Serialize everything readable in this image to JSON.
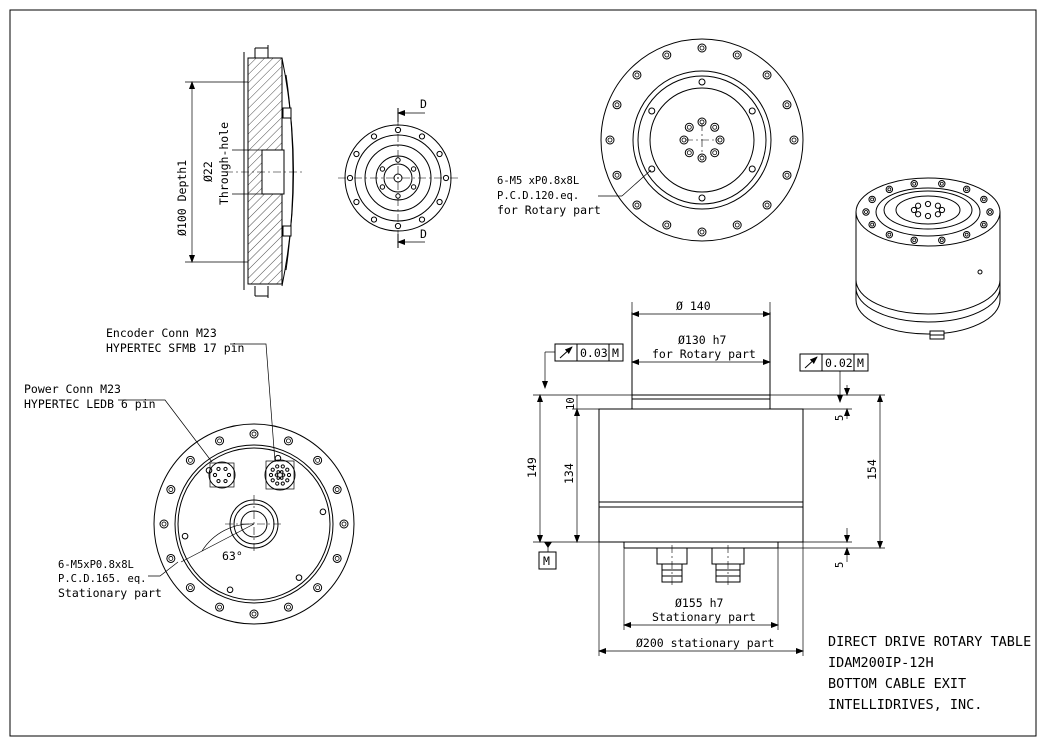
{
  "labels": {
    "depth": "Ø100 Depth1",
    "bore_d": "Ø22",
    "bore_txt": "Through-hole",
    "d_top": "D",
    "d_bot": "D",
    "top_holes_1": "6-M5 xP0.8x8L",
    "top_holes_2": "P.C.D.120.eq.",
    "top_holes_3": "for Rotary part",
    "enc_1": "Encoder Conn M23",
    "enc_2": "HYPERTEC SFMB 17 pin",
    "pwr_1": "Power Conn M23",
    "pwr_2": "HYPERTEC LEDB 6 pin",
    "bot_holes_1": "6-M5xP0.8x8L",
    "bot_holes_2": "P.C.D.165. eq.",
    "bot_holes_3": "Stationary part",
    "angle": "63°",
    "dim_140": "Ø 140",
    "dim_130_1": "Ø130 h7",
    "dim_130_2": "for Rotary part",
    "tol_left_val": "0.03",
    "tol_left_ref": "M",
    "tol_right_val": "0.02",
    "tol_right_ref": "M",
    "datum": "M",
    "dim_10": "10",
    "dim_149": "149",
    "dim_134": "134",
    "dim_5_top": "5",
    "dim_154": "154",
    "dim_5_bot": "5",
    "dim_155_1": "Ø155 h7",
    "dim_155_2": "Stationary part",
    "dim_200": "Ø200 stationary part"
  },
  "title_block": {
    "line1": "DIRECT DRIVE ROTARY TABLE",
    "line2": "IDAM200IP-12H",
    "line3": "BOTTOM CABLE EXIT",
    "line4": "INTELLIDRIVES, INC."
  }
}
